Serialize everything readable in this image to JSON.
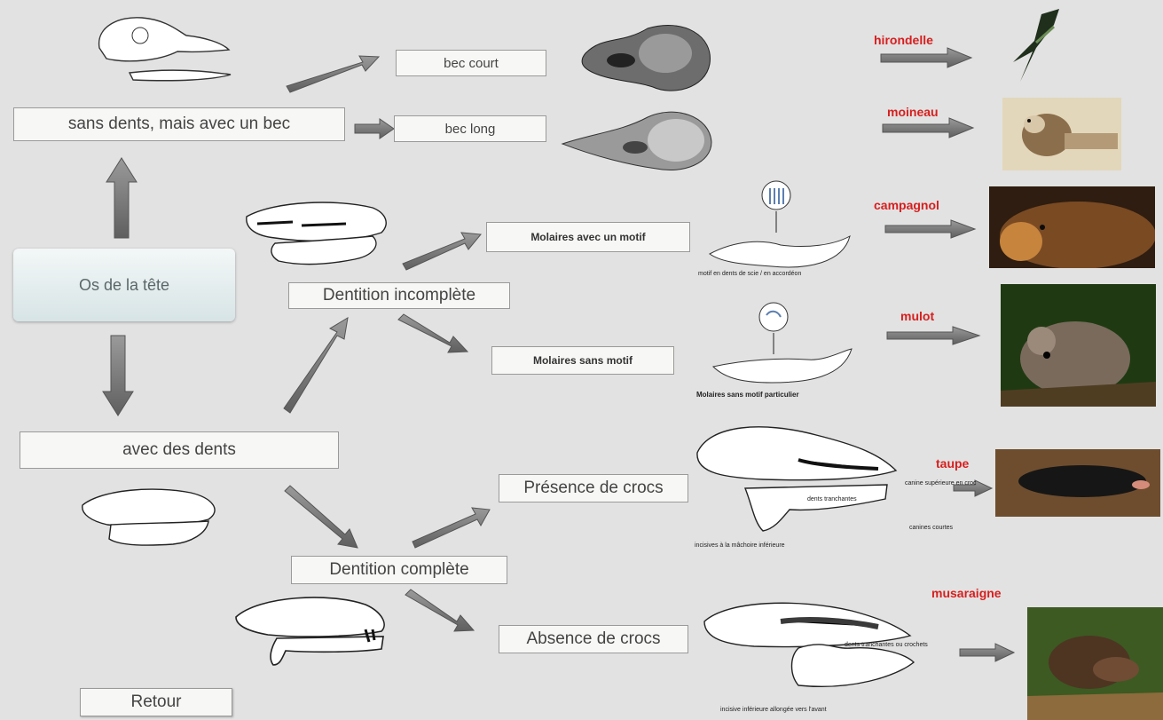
{
  "root": {
    "label": "Os de la tête"
  },
  "branches": {
    "beak": {
      "label": "sans dents, mais avec un bec"
    },
    "teeth": {
      "label": "avec des dents"
    },
    "short_beak": {
      "label": "bec court"
    },
    "long_beak": {
      "label": "bec long"
    },
    "incomplete": {
      "label": "Dentition incomplète"
    },
    "complete": {
      "label": "Dentition complète"
    },
    "molars_pattern": {
      "label": "Molaires avec un motif"
    },
    "molars_plain": {
      "label": "Molaires sans motif"
    },
    "fangs_present": {
      "label": "Présence de crocs"
    },
    "fangs_absent": {
      "label": "Absence de crocs"
    }
  },
  "animals": {
    "swallow": "hirondelle",
    "sparrow": "moineau",
    "vole": "campagnol",
    "fieldmouse": "mulot",
    "mole": "taupe",
    "shrew": "musaraigne"
  },
  "captions": {
    "vole_molar": "motif en dents de scie / en accordéon",
    "mouse_molar": "Molaires sans motif particulier",
    "mole_canine": "canine supérieure en croc",
    "mole_teeth": "dents tranchantes",
    "mole_lower_canine": "canines courtes",
    "mole_incisors": "incisives à la mâchoire inférieure",
    "shrew_upper": "dents tranchantes ou crochets",
    "shrew_lower": "incisive inférieure allongée vers l'avant"
  },
  "nav": {
    "back_label": "Retour"
  },
  "colors": {
    "arrow": "#7a7a7a",
    "animal_label": "#d81e1e",
    "background": "#e2e2e2"
  }
}
